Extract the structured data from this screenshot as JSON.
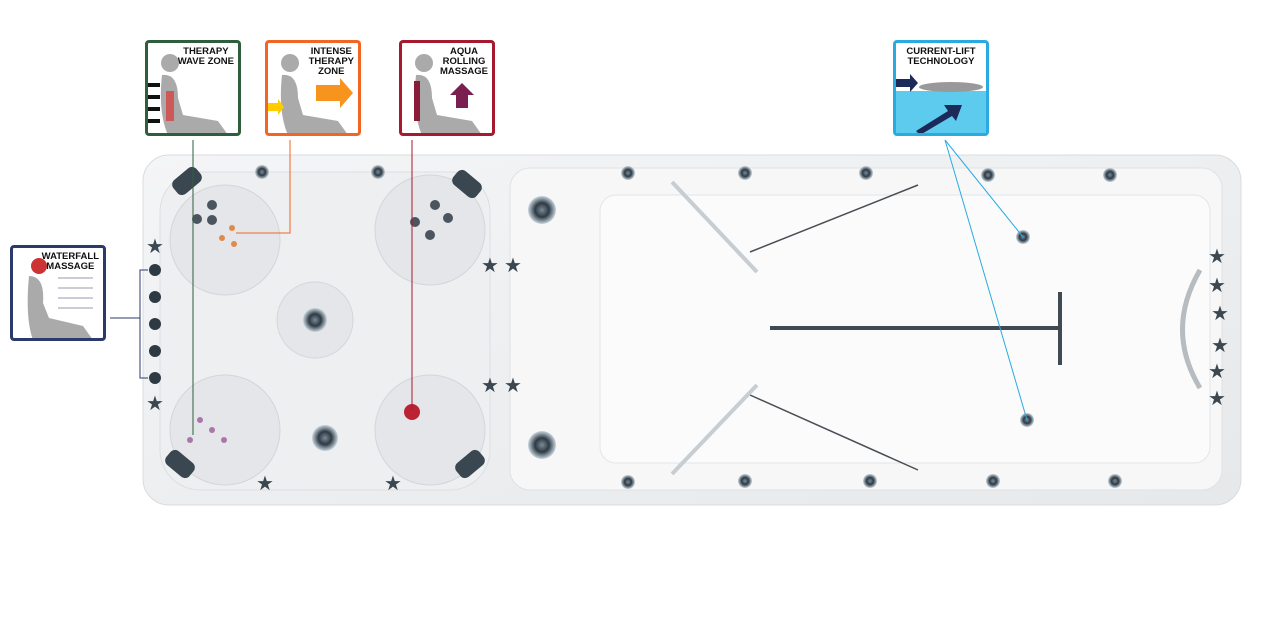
{
  "callouts": {
    "therapy_wave": {
      "line1": "THERAPY",
      "line2": "WAVE ZONE",
      "color": "#2e5e3b"
    },
    "intense": {
      "line1": "INTENSE",
      "line2": "THERAPY",
      "line3": "ZONE",
      "color": "#f26522"
    },
    "aqua": {
      "line1": "AQUA",
      "line2": "ROLLING",
      "line3": "MASSAGE",
      "color": "#a6192e"
    },
    "current_lift": {
      "line1": "CURRENT-LIFT",
      "line2": "TECHNOLOGY",
      "color": "#29abe2"
    },
    "waterfall": {
      "line1": "WATERFALL",
      "line2": "MASSAGE",
      "color": "#2b3a6b"
    }
  }
}
